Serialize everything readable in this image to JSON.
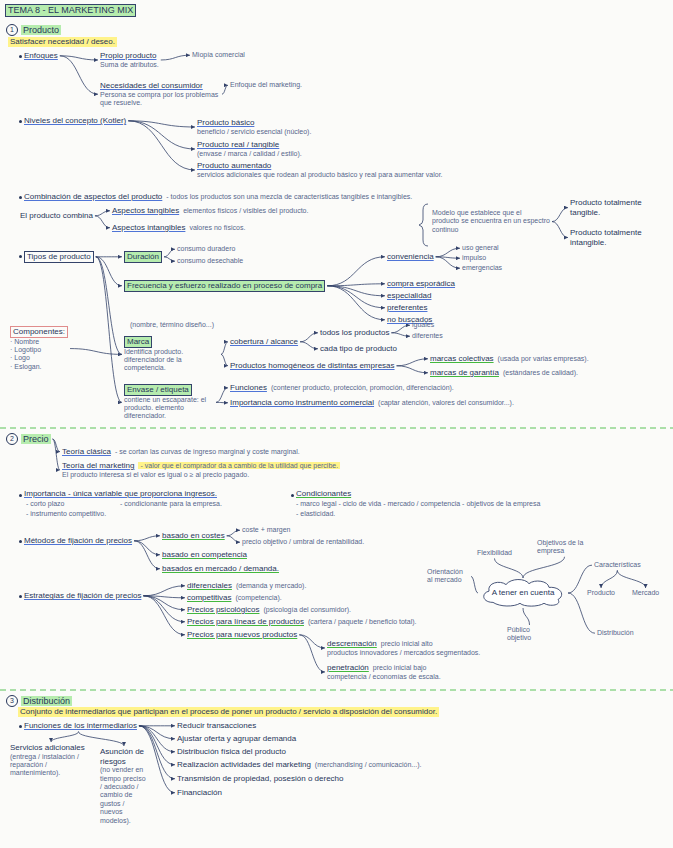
{
  "diagram": {
    "title": "TEMA 8 - EL MARKETING MIX",
    "nodes": [
      {
        "text": [
          "TEMA 8 - EL MARKETING MIX"
        ]
      },
      {
        "text": [
          "1",
          "Producto"
        ]
      },
      {
        "text": [
          "Enfoques"
        ]
      },
      {
        "text": [
          "Propio producto",
          "Suma de atributos."
        ]
      },
      {
        "text": [
          "Miopía comercial"
        ]
      },
      {
        "text": [
          "Necesidades del consumidor",
          "Persona se compra por los problemas que resuelve."
        ]
      },
      {
        "text": [
          "Enfoque del marketing."
        ]
      },
      {
        "text": [
          "Niveles del concepto (Kotler)"
        ]
      },
      {
        "text": [
          "Producto básico",
          "beneficio / servicio esencial (núcleo)."
        ]
      },
      {
        "text": [
          "Producto real / tangible",
          "(envase / marca / calidad / estilo)."
        ]
      },
      {
        "text": [
          "Producto aumentado",
          "servicios adicionales que rodean al producto básico y real para aumentar valor."
        ]
      },
      {
        "text": [
          "Combinación de aspectos del producto",
          "- todos los productos son una mezcla de características tangibles e intangibles."
        ]
      },
      {
        "text": [
          "El producto combina"
        ]
      },
      {
        "text": [
          "Aspectos tangibles",
          "elementos físicos / visibles del producto."
        ]
      },
      {
        "text": [
          "Aspectos intangibles",
          "valores no físicos."
        ]
      },
      {
        "text": [
          "Modelo que establece que el producto se encuentra en un espectro continuo"
        ]
      },
      {
        "text": [
          "Producto totalmente tangible."
        ]
      },
      {
        "text": [
          "Producto totalmente intangible."
        ]
      },
      {
        "text": [
          "Tipos de producto"
        ]
      },
      {
        "text": [
          "Duración"
        ]
      },
      {
        "text": [
          "consumo duradero"
        ]
      },
      {
        "text": [
          "consumo desechable"
        ]
      },
      {
        "text": [
          "Frecuencia y esfuerzo realizado en proceso de compra"
        ]
      },
      {
        "text": [
          "conveniencia"
        ]
      },
      {
        "text": [
          "uso general"
        ]
      },
      {
        "text": [
          "impulso"
        ]
      },
      {
        "text": [
          "emergencias"
        ]
      },
      {
        "text": [
          "compra esporádica"
        ]
      },
      {
        "text": [
          "especialidad"
        ]
      },
      {
        "text": [
          "preferentes"
        ]
      },
      {
        "text": [
          "no buscados"
        ]
      },
      {
        "text": [
          "Componentes:",
          "· Nombre",
          "· Logotipo",
          "· Logo",
          "· Eslogan."
        ]
      },
      {
        "text": [
          "Marca",
          "Identifica producto. diferenciador de la competencia."
        ]
      },
      {
        "text": [
          "cobertura / alcance"
        ]
      },
      {
        "text": [
          "todos los productos"
        ]
      },
      {
        "text": [
          "iguales"
        ]
      },
      {
        "text": [
          "diferentes"
        ]
      },
      {
        "text": [
          "cada tipo de producto"
        ]
      },
      {
        "text": [
          "Productos homogéneos de distintas empresas"
        ]
      },
      {
        "text": [
          "marcas colectivas",
          "(usada por varias empresas)."
        ]
      },
      {
        "text": [
          "marcas de garantía",
          "(estándares de calidad)."
        ]
      },
      {
        "text": [
          "Envase / etiqueta",
          "contiene un escaparate: el producto. elemento diferenciador."
        ]
      },
      {
        "text": [
          "Funciones",
          "(contener producto, protección, promoción, diferenciación)."
        ]
      },
      {
        "text": [
          "Importancia como instrumento comercial",
          "(captar atención, valores del consumidor...)."
        ]
      },
      {
        "text": [
          "2",
          "Precio"
        ]
      },
      {
        "text": [
          "Teoría clásica",
          "- se cortan las curvas de ingreso marginal y coste marginal."
        ]
      },
      {
        "text": [
          "Teoría del marketing",
          "- valor que el comprador da a cambio de la utilidad que percibe.",
          "El producto interesa si el valor es igual o ≥ al precio pagado."
        ]
      },
      {
        "text": [
          "Métodos de fijación de precios"
        ]
      },
      {
        "text": [
          "basado en costes"
        ]
      },
      {
        "text": [
          "coste + margen"
        ]
      },
      {
        "text": [
          "precio objetivo / umbral de rentabilidad."
        ]
      },
      {
        "text": [
          "basado en competencia"
        ]
      },
      {
        "text": [
          "basados en mercado / demanda."
        ]
      },
      {
        "text": [
          "Objetivos de la empresa"
        ]
      },
      {
        "text": [
          "Flexibilidad"
        ]
      },
      {
        "text": [
          "Características"
        ]
      },
      {
        "text": [
          "Orientación al mercado"
        ]
      },
      {
        "text": [
          "A tener en cuenta"
        ]
      },
      {
        "text": [
          "Producto"
        ]
      },
      {
        "text": [
          "Mercado"
        ]
      },
      {
        "text": [
          "Distribución"
        ]
      },
      {
        "text": [
          "Público objetivo"
        ]
      },
      {
        "text": [
          "Estrategias de fijación de precios"
        ]
      },
      {
        "text": [
          "diferenciales",
          "(demanda y mercado)."
        ]
      },
      {
        "text": [
          "competitivas",
          "(competencia)."
        ]
      },
      {
        "text": [
          "Precios psicológicos",
          "(psicología del consumidor)."
        ]
      },
      {
        "text": [
          "Precios para líneas de productos",
          "(cartera / paquete / beneficio total)."
        ]
      },
      {
        "text": [
          "Precios para nuevos productos"
        ]
      },
      {
        "text": [
          "descremación",
          "precio inicial alto",
          "productos innovadores / mercados segmentados."
        ]
      },
      {
        "text": [
          "penetración",
          "precio inicial bajo",
          "competencia / economías de escala."
        ]
      },
      {
        "text": [
          "3",
          "Distribución"
        ]
      },
      {
        "text": [
          "Funciones de los intermediarios"
        ]
      },
      {
        "text": [
          "Servicios adicionales",
          "(entrega / instalación / reparación / mantenimiento)."
        ]
      },
      {
        "text": [
          "Reducir transacciones"
        ]
      },
      {
        "text": [
          "Ajustar oferta y agrupar demanda"
        ]
      },
      {
        "text": [
          "Asunción de riesgos",
          "(no vender en tiempo preciso / adecuado / cambio de gustos / nuevos modelos)."
        ]
      },
      {
        "text": [
          "Distribución física del producto"
        ]
      },
      {
        "text": [
          "Realización actividades del marketing",
          "(merchandising / comunicación...)."
        ]
      },
      {
        "text": [
          "Transmisión de propiedad, posesión o derecho"
        ]
      },
      {
        "text": [
          "Financiación"
        ]
      }
    ],
    "edges": [
      {
        "from": 2,
        "to": 3,
        "arrow": "to"
      },
      {
        "from": 3,
        "to": 4,
        "arrow": "to"
      },
      {
        "from": 2,
        "to": 5,
        "arrow": "to"
      },
      {
        "from": 5,
        "to": 6,
        "arrow": "to"
      },
      {
        "from": 7,
        "to": 8,
        "arrow": "to"
      },
      {
        "from": 7,
        "to": 9,
        "arrow": "to"
      },
      {
        "from": 7,
        "to": 10,
        "arrow": "to"
      },
      {
        "from": 12,
        "to": 13,
        "arrow": "to"
      },
      {
        "from": 12,
        "to": 14,
        "arrow": "to"
      },
      {
        "from": 15,
        "to": 16,
        "arrow": "to"
      },
      {
        "from": 15,
        "to": 17,
        "arrow": "to"
      },
      {
        "from": 18,
        "to": 19,
        "arrow": "to"
      },
      {
        "from": 18,
        "to": 22,
        "arrow": "to"
      },
      {
        "from": 18,
        "to": 32,
        "arrow": "to"
      },
      {
        "from": 18,
        "to": 41,
        "arrow": "to"
      },
      {
        "from": 19,
        "to": 20,
        "arrow": "to"
      },
      {
        "from": 19,
        "to": 21,
        "arrow": "to"
      },
      {
        "from": 22,
        "to": 23,
        "arrow": "to"
      },
      {
        "from": 22,
        "to": 27,
        "arrow": "to"
      },
      {
        "from": 22,
        "to": 28,
        "arrow": "to"
      },
      {
        "from": 22,
        "to": 29,
        "arrow": "to"
      },
      {
        "from": 22,
        "to": 30,
        "arrow": "to"
      },
      {
        "from": 23,
        "to": 24,
        "arrow": "to"
      },
      {
        "from": 23,
        "to": 25,
        "arrow": "to"
      },
      {
        "from": 23,
        "to": 26,
        "arrow": "to"
      },
      {
        "from": 32,
        "to": 31,
        "arrow": "none"
      },
      {
        "from": 32,
        "to": 33,
        "arrow": "to"
      },
      {
        "from": 33,
        "to": 34,
        "arrow": "to"
      },
      {
        "from": 33,
        "to": 37,
        "arrow": "to"
      },
      {
        "from": 34,
        "to": 35,
        "arrow": "to"
      },
      {
        "from": 34,
        "to": 36,
        "arrow": "to"
      },
      {
        "from": 32,
        "to": 38,
        "arrow": "to"
      },
      {
        "from": 38,
        "to": 39,
        "arrow": "to"
      },
      {
        "from": 38,
        "to": 40,
        "arrow": "to"
      },
      {
        "from": 41,
        "to": 42,
        "arrow": "to"
      },
      {
        "from": 41,
        "to": 43,
        "arrow": "to"
      },
      {
        "from": 44,
        "to": 45,
        "arrow": "to"
      },
      {
        "from": 44,
        "to": 46,
        "arrow": "to"
      },
      {
        "from": 47,
        "to": 48,
        "arrow": "to"
      },
      {
        "from": 47,
        "to": 51,
        "arrow": "to"
      },
      {
        "from": 47,
        "to": 52,
        "arrow": "to"
      },
      {
        "from": 48,
        "to": 49,
        "arrow": "to"
      },
      {
        "from": 48,
        "to": 50,
        "arrow": "to"
      },
      {
        "from": 57,
        "to": 53,
        "arrow": "none"
      },
      {
        "from": 57,
        "to": 54,
        "arrow": "none"
      },
      {
        "from": 57,
        "to": 55,
        "arrow": "none"
      },
      {
        "from": 57,
        "to": 56,
        "arrow": "none"
      },
      {
        "from": 57,
        "to": 60,
        "arrow": "none"
      },
      {
        "from": 57,
        "to": 61,
        "arrow": "none"
      },
      {
        "from": 55,
        "to": 58,
        "arrow": "to"
      },
      {
        "from": 55,
        "to": 59,
        "arrow": "to"
      },
      {
        "from": 62,
        "to": 63,
        "arrow": "to"
      },
      {
        "from": 62,
        "to": 64,
        "arrow": "to"
      },
      {
        "from": 62,
        "to": 65,
        "arrow": "to"
      },
      {
        "from": 62,
        "to": 66,
        "arrow": "to"
      },
      {
        "from": 62,
        "to": 67,
        "arrow": "to"
      },
      {
        "from": 67,
        "to": 68,
        "arrow": "to"
      },
      {
        "from": 67,
        "to": 69,
        "arrow": "to"
      },
      {
        "from": 71,
        "to": 72,
        "arrow": "to"
      },
      {
        "from": 71,
        "to": 73,
        "arrow": "to"
      },
      {
        "from": 71,
        "to": 74,
        "arrow": "to"
      },
      {
        "from": 71,
        "to": 75,
        "arrow": "to"
      },
      {
        "from": 71,
        "to": 76,
        "arrow": "to"
      },
      {
        "from": 71,
        "to": 77,
        "arrow": "to"
      },
      {
        "from": 71,
        "to": 78,
        "arrow": "to"
      },
      {
        "from": 71,
        "to": 79,
        "arrow": "to"
      }
    ],
    "labels": [
      "Satisfacer necesidad / deseo.",
      "(nombre, término diseño...)",
      "Importancia - única variable que proporciona ingresos.",
      "- corto plazo",
      "- condicionante para la empresa.",
      "- instrumento competitivo.",
      "Condicionantes",
      "- marco legal - ciclo de vida - mercado / competencia - objetivos de la empresa",
      "- elasticidad.",
      "Conjunto de intermediarios que participan en el proceso de poner un producto / servicio a disposición del consumidor."
    ]
  }
}
